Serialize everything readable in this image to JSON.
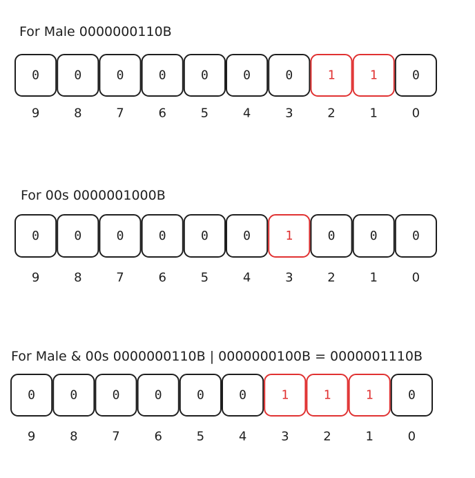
{
  "colors": {
    "normal": "#1e1e1e",
    "highlight": "#e03131"
  },
  "rows": [
    {
      "title": "For Male 0000000110B",
      "bits": [
        "0",
        "0",
        "0",
        "0",
        "0",
        "0",
        "0",
        "1",
        "1",
        "0"
      ],
      "indices": [
        "9",
        "8",
        "7",
        "6",
        "5",
        "4",
        "3",
        "2",
        "1",
        "0"
      ],
      "highlight": [
        false,
        false,
        false,
        false,
        false,
        false,
        false,
        true,
        true,
        false
      ]
    },
    {
      "title": "For 00s 0000001000B",
      "bits": [
        "0",
        "0",
        "0",
        "0",
        "0",
        "0",
        "1",
        "0",
        "0",
        "0"
      ],
      "indices": [
        "9",
        "8",
        "7",
        "6",
        "5",
        "4",
        "3",
        "2",
        "1",
        "0"
      ],
      "highlight": [
        false,
        false,
        false,
        false,
        false,
        false,
        true,
        false,
        false,
        false
      ]
    },
    {
      "title": "For Male & 00s 0000000110B | 0000000100B = 0000001110B",
      "bits": [
        "0",
        "0",
        "0",
        "0",
        "0",
        "0",
        "1",
        "1",
        "1",
        "0"
      ],
      "indices": [
        "9",
        "8",
        "7",
        "6",
        "5",
        "4",
        "3",
        "2",
        "1",
        "0"
      ],
      "highlight": [
        false,
        false,
        false,
        false,
        false,
        false,
        true,
        true,
        true,
        false
      ]
    }
  ]
}
